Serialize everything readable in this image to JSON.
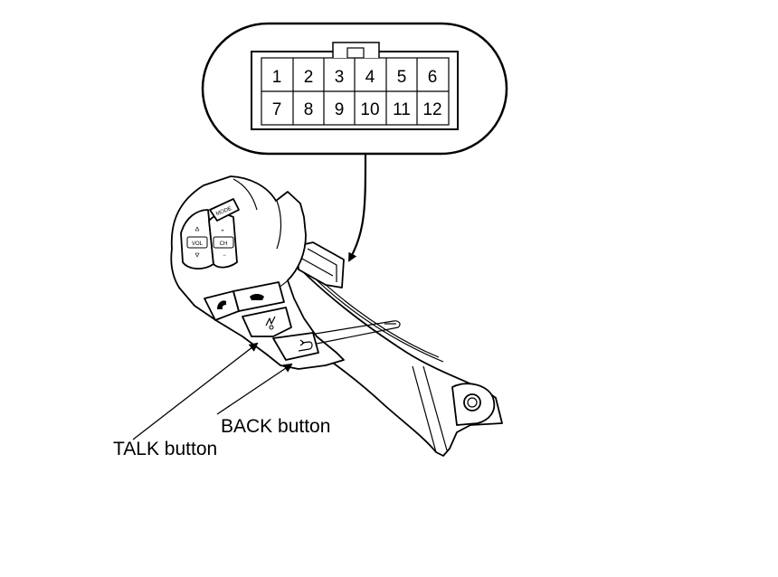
{
  "connector": {
    "pins_row1": [
      "1",
      "2",
      "3",
      "4",
      "5",
      "6"
    ],
    "pins_row2": [
      "7",
      "8",
      "9",
      "10",
      "11",
      "12"
    ]
  },
  "callouts": {
    "back": "BACK button",
    "talk": "TALK button"
  },
  "switch_labels": {
    "mode": "MODE",
    "vol": "VOL",
    "ch": "CH",
    "plus": "+",
    "minus": "−"
  }
}
